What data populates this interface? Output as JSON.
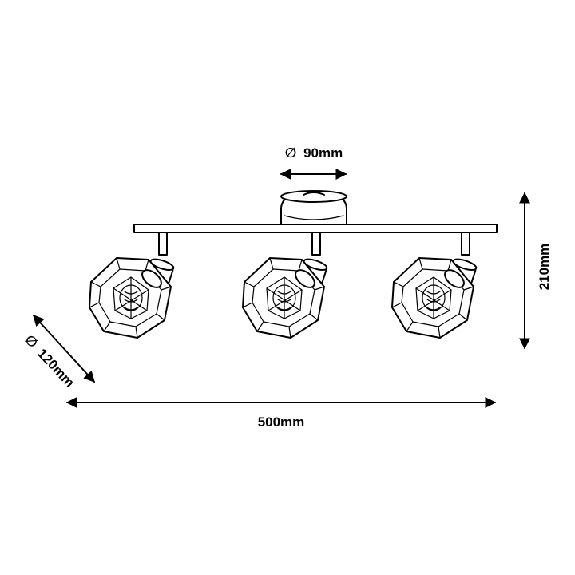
{
  "diagram": {
    "dimensions": {
      "base_diameter": "90mm",
      "shade_diameter": "120mm",
      "total_width": "500mm",
      "total_height": "210mm"
    },
    "diameter_symbol": "∅",
    "spotlight_count": 3
  }
}
